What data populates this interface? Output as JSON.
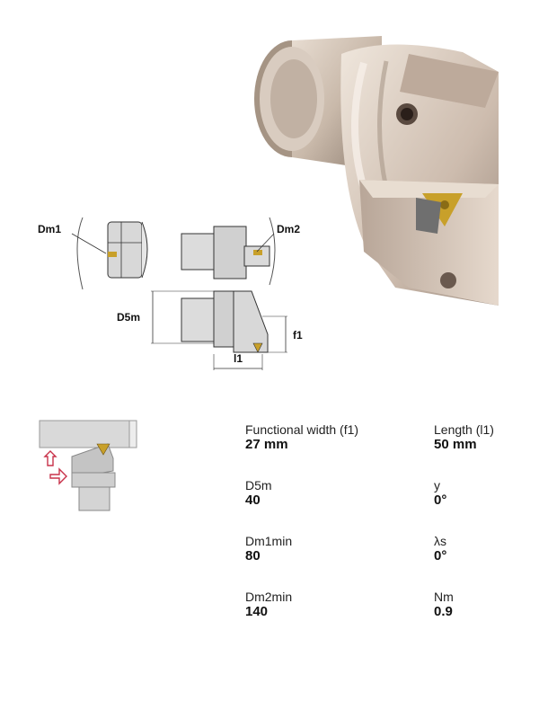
{
  "diagram_labels": {
    "dm1": "Dm1",
    "dm2": "Dm2",
    "d5m": "D5m",
    "f1": "f1",
    "l1": "l1"
  },
  "specs": [
    {
      "label": "Functional width (f1)",
      "value": "27 mm"
    },
    {
      "label": "Length (l1)",
      "value": "50 mm"
    },
    {
      "label": "D5m",
      "value": "40"
    },
    {
      "label": "y",
      "value": "0°"
    },
    {
      "label": "Dm1min",
      "value": "80"
    },
    {
      "label": "λs",
      "value": "0°"
    },
    {
      "label": "Dm2min",
      "value": "140"
    },
    {
      "label": "Nm",
      "value": "0.9"
    }
  ],
  "colors": {
    "insert": "#c8a02a",
    "arrow": "#c8324a",
    "steel": "#cfcfcf"
  }
}
